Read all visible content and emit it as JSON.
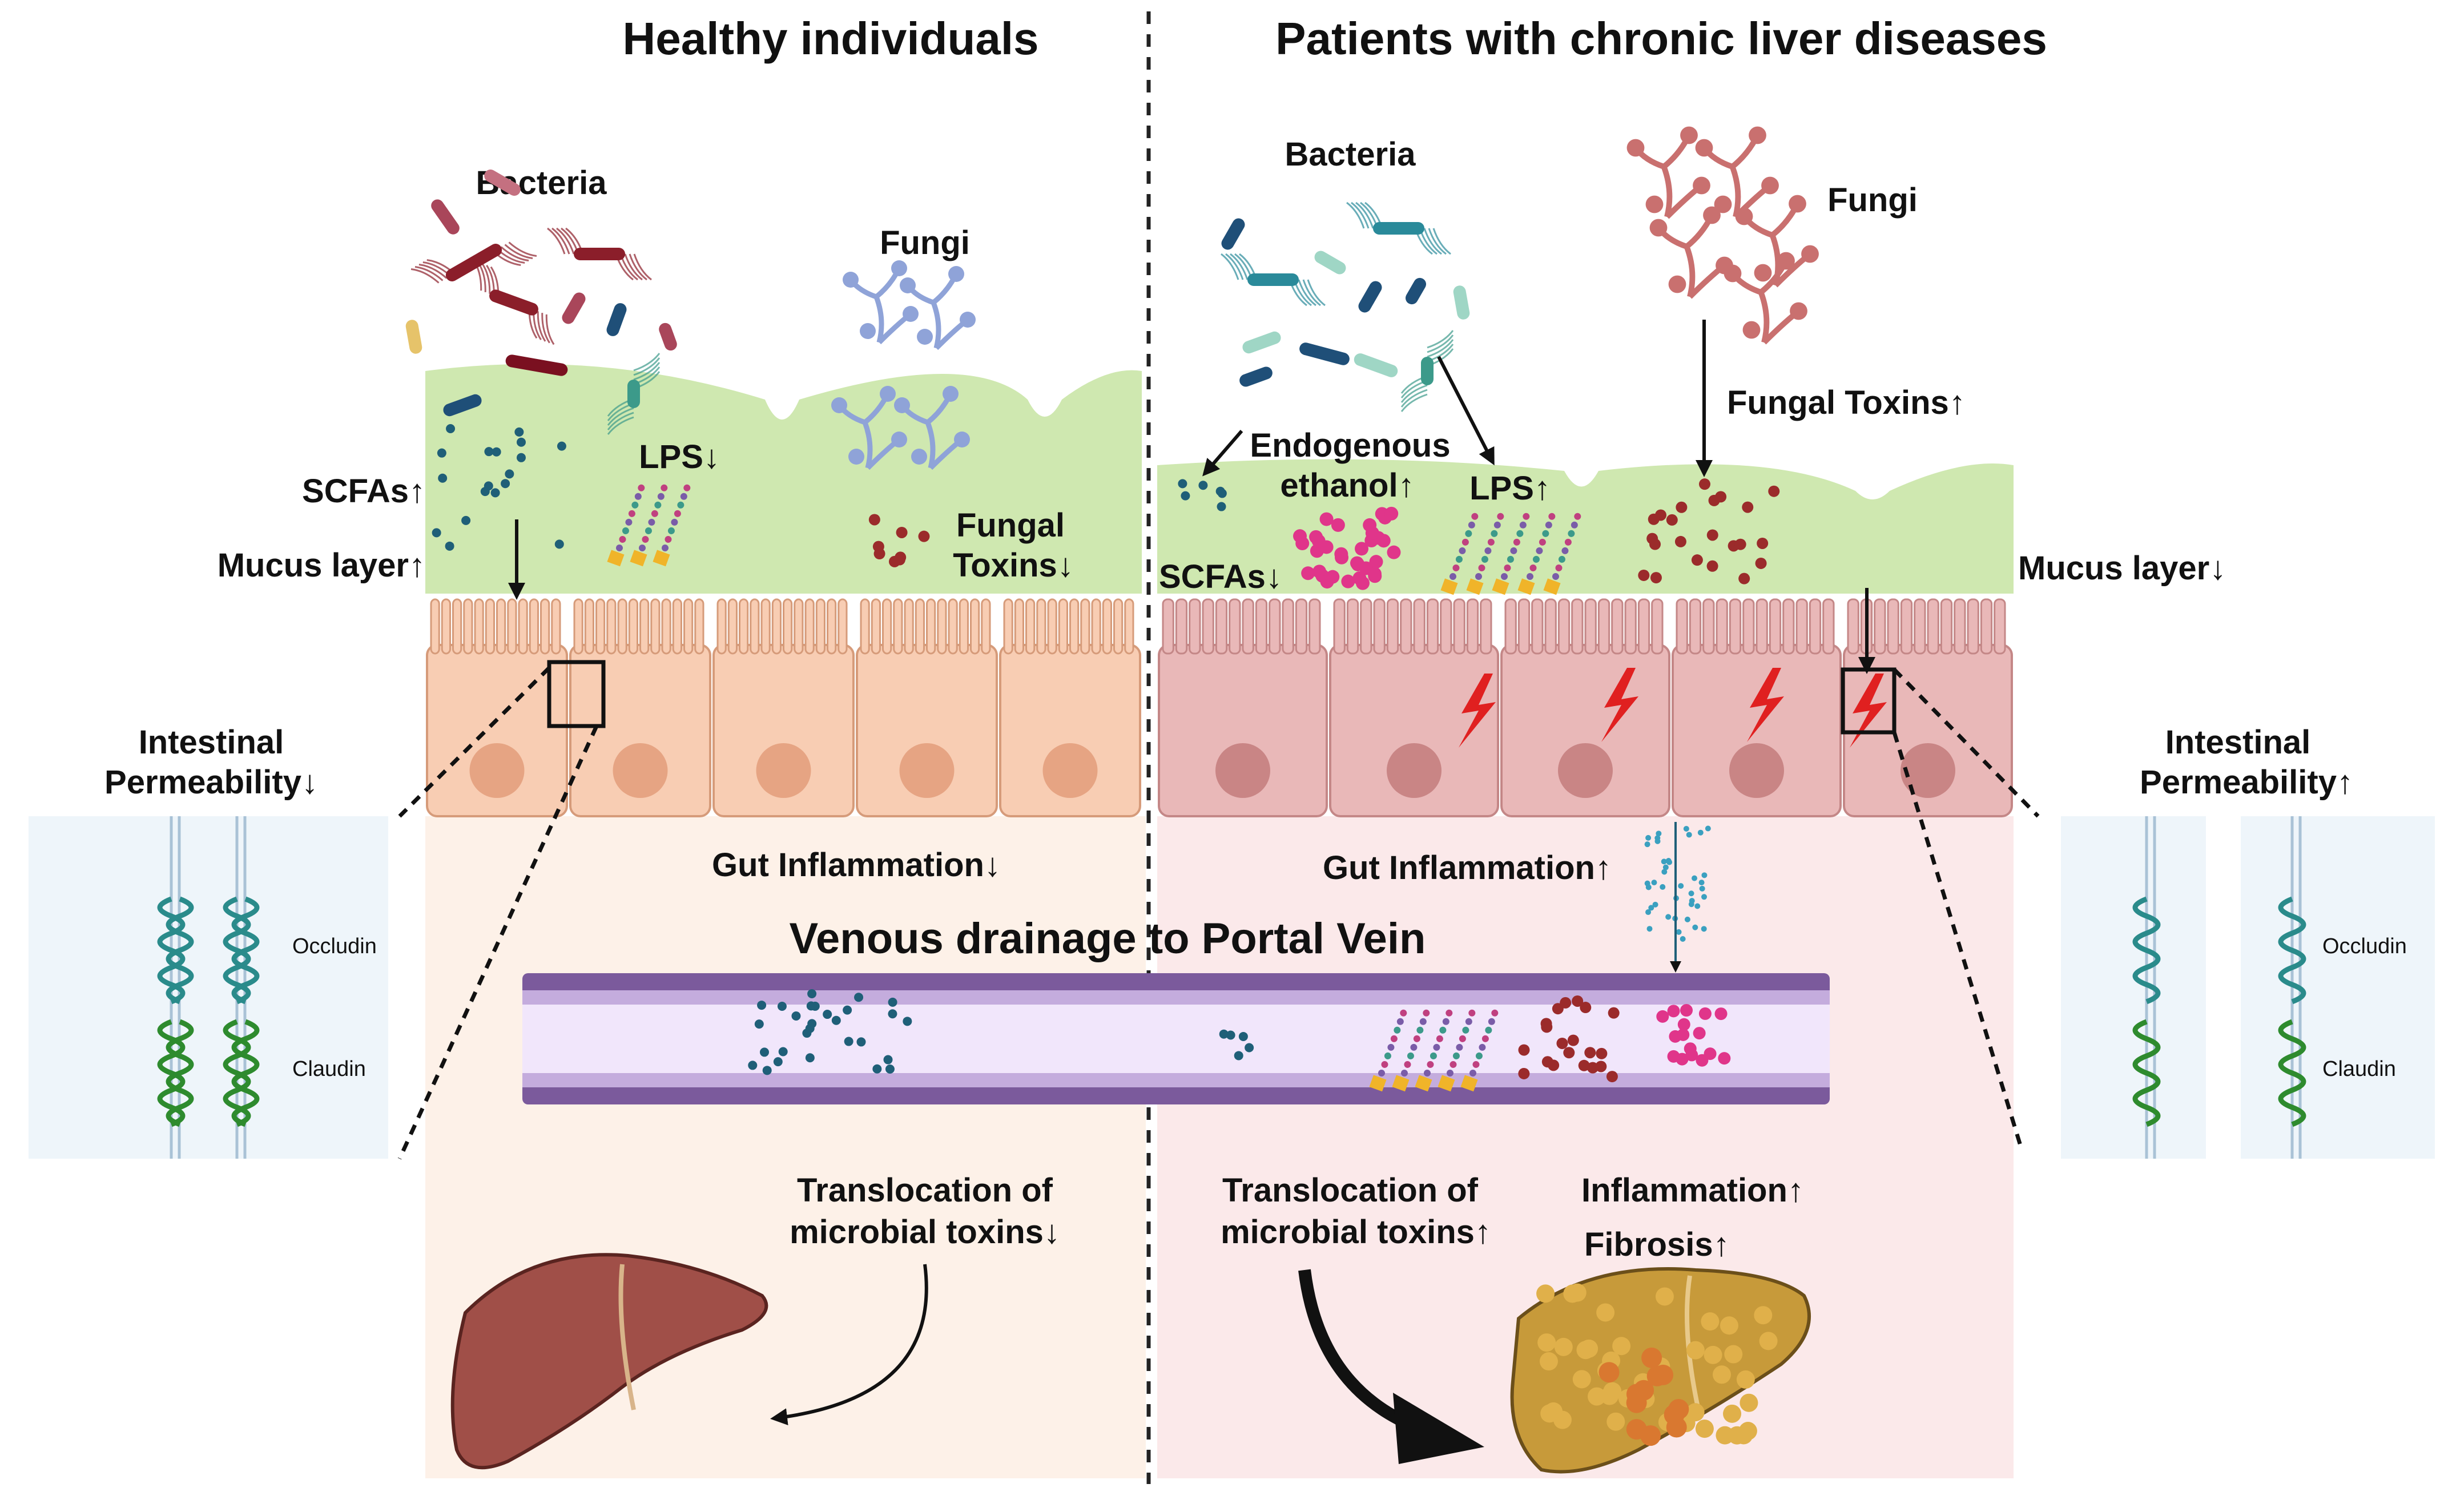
{
  "titles": {
    "left": "Healthy individuals",
    "right": "Patients with chronic liver diseases"
  },
  "healthy": {
    "bacteria": "Bacteria",
    "fungi": "Fungi",
    "scfas": "SCFAs↑",
    "lps": "LPS↓",
    "fungal_toxins_1": "Fungal",
    "fungal_toxins_2": "Toxins↓",
    "mucus": "Mucus layer↑",
    "permeability_1": "Intestinal",
    "permeability_2": "Permeability↓",
    "gut_inflammation": "Gut Inflammation↓",
    "translocation_1": "Translocation of",
    "translocation_2": "microbial toxins↓"
  },
  "disease": {
    "bacteria": "Bacteria",
    "fungi": "Fungi",
    "fungal_toxins": "Fungal Toxins↑",
    "endogenous_1": "Endogenous",
    "endogenous_2": "ethanol↑",
    "lps": "LPS↑",
    "scfas": "SCFAs↓",
    "mucus": "Mucus layer↓",
    "permeability_1": "Intestinal",
    "permeability_2": "Permeability↑",
    "gut_inflammation": "Gut Inflammation↑",
    "translocation_1": "Translocation of",
    "translocation_2": "microbial toxins↑",
    "inflammation": "Inflammation↑",
    "fibrosis": "Fibrosis↑"
  },
  "vein": {
    "label": "Venous drainage to Portal Vein"
  },
  "junctions": {
    "occludin": "Occludin",
    "claudin": "Claudin"
  },
  "colors": {
    "mucus": "#cfe8b0",
    "healthy_cell": "#f8cdb3",
    "disease_cell": "#e9b8b8",
    "healthy_bg": "#fdf1e8",
    "disease_bg": "#fbe9ea",
    "vein_wall": "#7b5a9c",
    "vein_lumen": "#f1e6fb",
    "scfa": "#1f5f78",
    "ethanol": "#e0358a",
    "fungal_toxin": "#9b2b2b",
    "bacteria_healthy": "#8b1e2a",
    "bacteria_disease": "#2a8a9a",
    "fungi_healthy": "#8fa3d8",
    "fungi_disease": "#c9706f",
    "occludin": "#2a8b8b",
    "claudin": "#2e8b2e"
  }
}
